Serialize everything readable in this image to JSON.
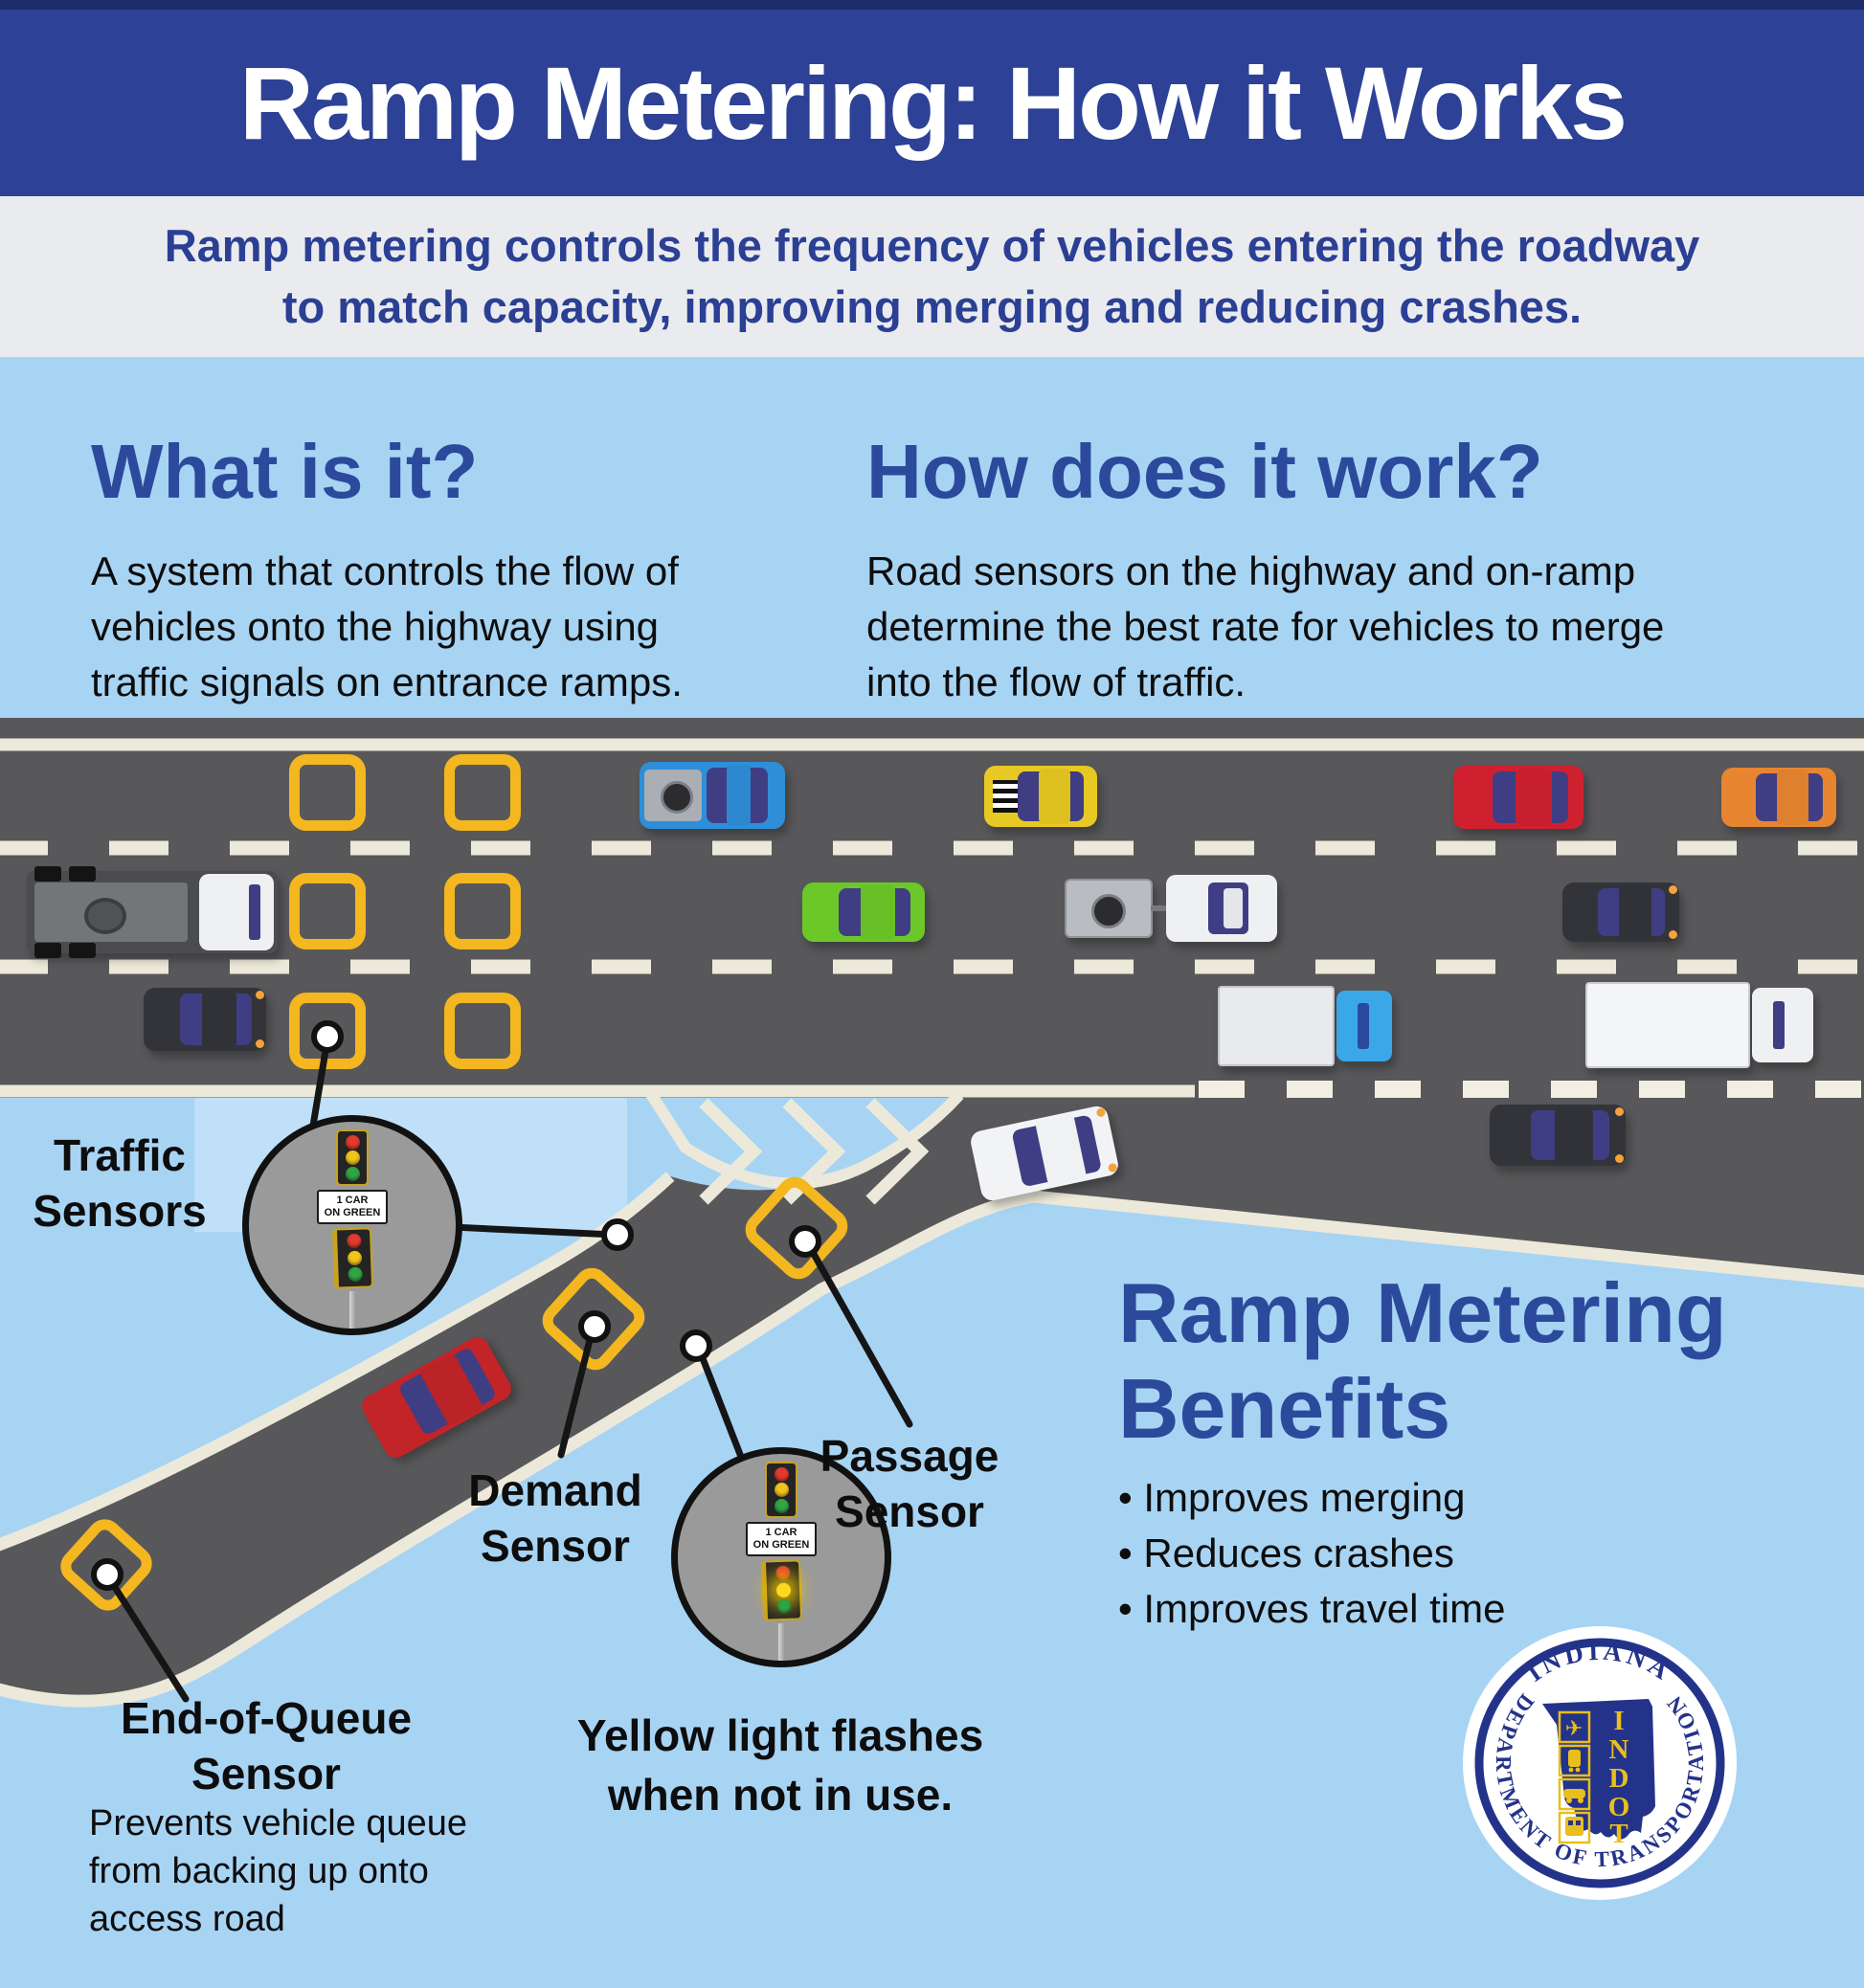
{
  "header": {
    "title": "Ramp Metering: How it Works"
  },
  "subtitle": {
    "line1": "Ramp metering controls the frequency of vehicles entering the roadway",
    "line2": "to match capacity, improving merging and reducing crashes."
  },
  "sections": {
    "what": {
      "heading": "What is it?",
      "body1": "A system that controls the flow of",
      "body2": "vehicles onto the highway using",
      "body3": "traffic signals on entrance ramps."
    },
    "how": {
      "heading": "How does it work?",
      "body1": "Road sensors on the highway and on-ramp",
      "body2": "determine the best rate for vehicles to merge",
      "body3": "into the flow of traffic."
    }
  },
  "labels": {
    "traffic_sensors_1": "Traffic",
    "traffic_sensors_2": "Sensors",
    "passage_1": "Passage",
    "passage_2": "Sensor",
    "demand_1": "Demand",
    "demand_2": "Sensor",
    "eoq_1": "End-of-Queue",
    "eoq_2": "Sensor",
    "eoq_body1": "Prevents vehicle queue",
    "eoq_body2": "from backing up onto",
    "eoq_body3": "access road",
    "yellow_1": "Yellow light flashes",
    "yellow_2": "when not in use."
  },
  "meter_sign": {
    "line1": "1 CAR",
    "line2": "ON GREEN"
  },
  "benefits": {
    "heading1": "Ramp Metering",
    "heading2": "Benefits",
    "item1": "• Improves merging",
    "item2": "• Reduces crashes",
    "item3": "• Improves travel time"
  },
  "logo": {
    "ring_top": "INDIANA",
    "ring_bottom": "DEPARTMENT OF TRANSPORTATION",
    "letters": {
      "l1": "I",
      "l2": "N",
      "l3": "D",
      "l4": "O",
      "l5": "T"
    }
  },
  "colors": {
    "header_blue": "#2d4296",
    "navy_strip": "#1d2b6d",
    "heading_blue": "#2b4a9c",
    "subtitle_navy": "#2b3f94",
    "background_blue": "#a8d4f4",
    "road_gray": "#58585a",
    "stripe_cream": "#ece9da",
    "sensor_yellow": "#f4b720",
    "logo_navy": "#24338a",
    "logo_gold": "#e8bf1c"
  }
}
